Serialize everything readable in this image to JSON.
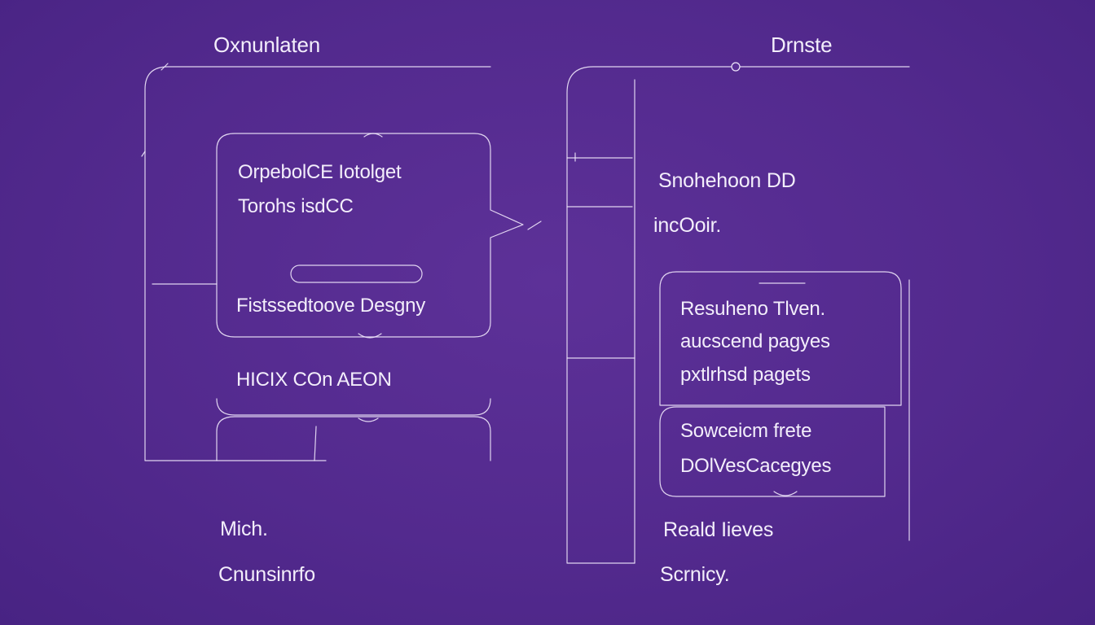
{
  "headings": {
    "left": "Oxnunlaten",
    "right": "Drnste"
  },
  "left_panel": {
    "card": {
      "line1": "OrpebolCE Iotolget",
      "line2": "Torohs isdCC",
      "pill_label": "",
      "line3": "Fistssedtoove Desgny"
    },
    "lower_label": "HICIX  COn AEON",
    "footer1": "Mich.",
    "footer2": "Cnunsinrfo"
  },
  "right_panel": {
    "label1": "Snohehoon DD",
    "label2": "incOoir.",
    "card_top": {
      "line1": "Resuheno Tlven.",
      "line2": "aucscend pagyes",
      "line3": "pxtlrhsd pagets"
    },
    "card_bottom": {
      "line1": "Sowceicm frete",
      "line2": "DOlVesCacegyes"
    },
    "footer1": "Reald Iieves",
    "footer2": "Scrnicy."
  }
}
